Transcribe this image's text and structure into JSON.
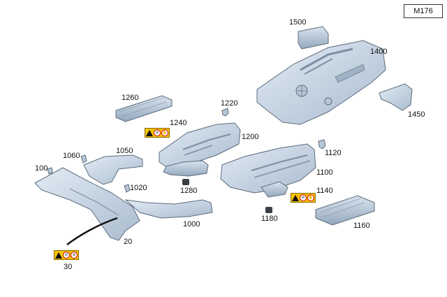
{
  "model_code": "M176",
  "labels": {
    "p20": "20",
    "p30": "30",
    "p100": "100",
    "p1000": "1000",
    "p1020": "1020",
    "p1050": "1050",
    "p1060": "1060",
    "p1100": "1100",
    "p1120": "1120",
    "p1140": "1140",
    "p1160": "1160",
    "p1180": "1180",
    "p1200": "1200",
    "p1220": "1220",
    "p1240": "1240",
    "p1260": "1260",
    "p1280": "1280",
    "p1400": "1400",
    "p1450": "1450",
    "p1500": "1500"
  },
  "colors": {
    "part_fill": "#c9d7e6",
    "part_stroke": "#5c6b7a",
    "part_shade": "#9fb1c4",
    "warning_yellow": "#f2c200"
  }
}
